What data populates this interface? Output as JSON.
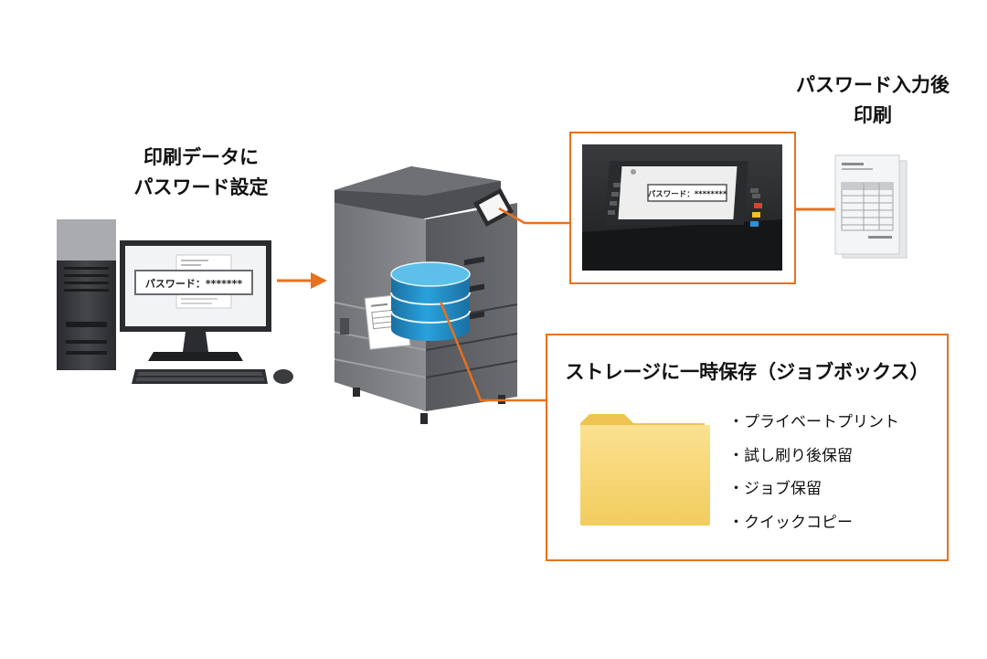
{
  "labels": {
    "left_line1": "印刷データに",
    "left_line2": "パスワード設定",
    "right_line1": "パスワード入力後",
    "right_line2": "印刷"
  },
  "pc_screen": {
    "password_text": "パスワード：*******"
  },
  "panel": {
    "password_text": "パスワード：********"
  },
  "storage": {
    "title": "ストレージに一時保存（ジョブボックス）",
    "items": [
      "・プライベートプリント",
      "・試し刷り後保留",
      "・ジョブ保留",
      "・クイックコピー"
    ]
  },
  "colors": {
    "accent_orange": "#e8711d",
    "folder_yellow": "#f6d46e",
    "database_blue": "#1f8fc8",
    "printer_gray": "#5e6064"
  }
}
